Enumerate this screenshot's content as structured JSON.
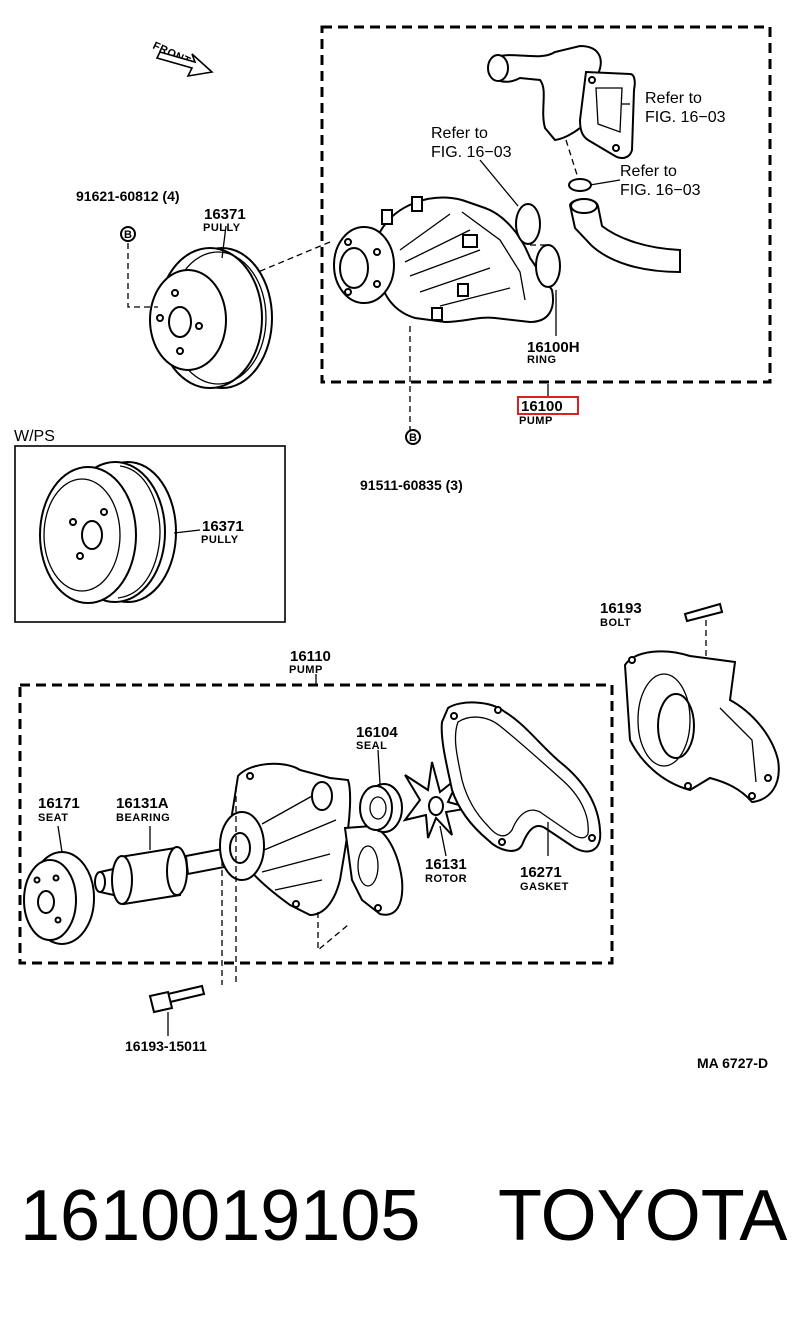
{
  "front_label": "FRONT",
  "refs": {
    "ref1": [
      "Refer to",
      "FIG. 16−03"
    ],
    "ref2": [
      "Refer to",
      "FIG. 16−03"
    ],
    "ref3": [
      "Refer to",
      "FIG. 16−03"
    ]
  },
  "parts": {
    "bolt_91621": "91621-60812 (4)",
    "pulley_top": {
      "number": "16371",
      "name": "PULLY"
    },
    "ring": {
      "number": "16100H",
      "name": "RING"
    },
    "pump_assy": {
      "number": "16100",
      "name": "PUMP",
      "highlight_color": "#e02020"
    },
    "bolt_91511": "91511-60835 (3)",
    "b_marker": "B",
    "wps_label": "W/PS",
    "pulley_wps": {
      "number": "16371",
      "name": "PULLY"
    },
    "bolt_16193": {
      "number": "16193",
      "name": "BOLT"
    },
    "pump_16110": {
      "number": "16110",
      "name": "PUMP"
    },
    "seal": {
      "number": "16104",
      "name": "SEAL"
    },
    "seat": {
      "number": "16171",
      "name": "SEAT"
    },
    "bearing": {
      "number": "16131A",
      "name": "BEARING"
    },
    "rotor": {
      "number": "16131",
      "name": "ROTOR"
    },
    "gasket": {
      "number": "16271",
      "name": "GASKET"
    },
    "bolt_15011": "16193-15011"
  },
  "figure_code": "MA  6727-D",
  "footer": {
    "part_number": "1610019105",
    "brand": "TOYOTA"
  }
}
